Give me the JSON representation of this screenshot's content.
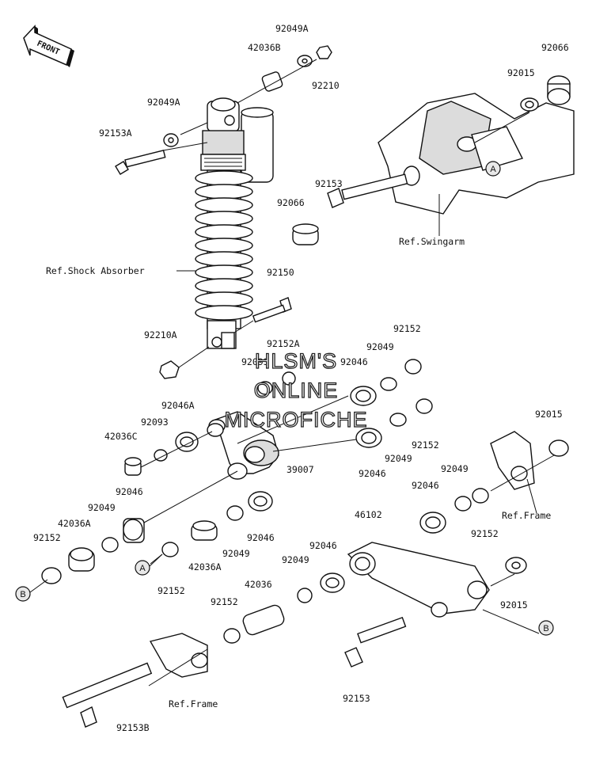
{
  "labels": {
    "p92049A_top": "92049A",
    "p42036B": "42036B",
    "p92210": "92210",
    "p92066_top": "92066",
    "p92015_top": "92015",
    "p92049A_mid": "92049A",
    "p92153A": "92153A",
    "p92153_top": "92153",
    "p92066_mid": "92066",
    "p92150": "92150",
    "p92210A": "92210A",
    "p92152A": "92152A",
    "p92093_top": "92093",
    "p92046_top": "92046",
    "p92152_r1": "92152",
    "p92049_r1": "92049",
    "p92046A": "92046A",
    "p92093": "92093",
    "p42036C": "42036C",
    "p92015_r": "92015",
    "p92152_r2": "92152",
    "p92049_r2": "92049",
    "p92046_r": "92046",
    "p39007": "39007",
    "p92049_r3": "92049",
    "p92046_left": "92046",
    "p92049_left": "92049",
    "p42036A_left": "42036A",
    "p92152_left": "92152",
    "p92046_mid": "92046",
    "p92049_mid": "92049",
    "p42036A_mid": "42036A",
    "p92152_mid": "92152",
    "p46102": "46102",
    "p92046_link": "92046",
    "p92152_r3": "92152",
    "p92046_low": "92046",
    "p92049_low": "92049",
    "p42036": "42036",
    "p92152_low": "92152",
    "p92015_low": "92015",
    "p92153_bot": "92153",
    "p92153B": "92153B"
  },
  "refs": {
    "shock": "Ref.Shock Absorber",
    "swingarm": "Ref.Swingarm",
    "frame_right": "Ref.Frame",
    "frame_bottom": "Ref.Frame"
  },
  "callouts": {
    "a": "A",
    "b": "B"
  },
  "front_arrow": "FRONT",
  "watermark": [
    "HLSM'S",
    "ONLINE",
    "MICROFICHE"
  ]
}
